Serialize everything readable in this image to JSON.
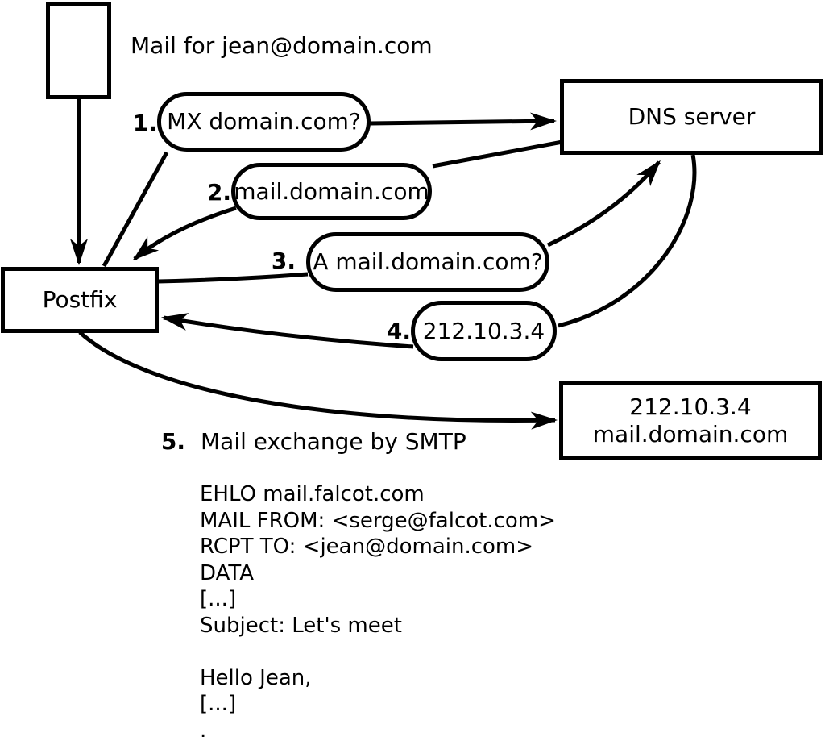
{
  "diagram": {
    "mail_note": "Mail for jean@domain.com",
    "nodes": {
      "postfix": "Postfix",
      "dns_server": "DNS server",
      "mail_server": {
        "line1": "212.10.3.4",
        "line2": "mail.domain.com"
      }
    },
    "steps": [
      {
        "number": "1.",
        "label": "MX domain.com?"
      },
      {
        "number": "2.",
        "label": "mail.domain.com"
      },
      {
        "number": "3.",
        "label": "A mail.domain.com?"
      },
      {
        "number": "4.",
        "label": "212.10.3.4"
      },
      {
        "number": "5.",
        "label": "Mail exchange by SMTP"
      }
    ],
    "smtp_session": "EHLO mail.falcot.com\nMAIL FROM: <serge@falcot.com>\nRCPT TO: <jean@domain.com>\nDATA\n[...]\nSubject: Let's meet\n\nHello Jean,\n[...]\n.",
    "colors": {
      "ink": "#000000",
      "background": "#ffffff"
    }
  }
}
